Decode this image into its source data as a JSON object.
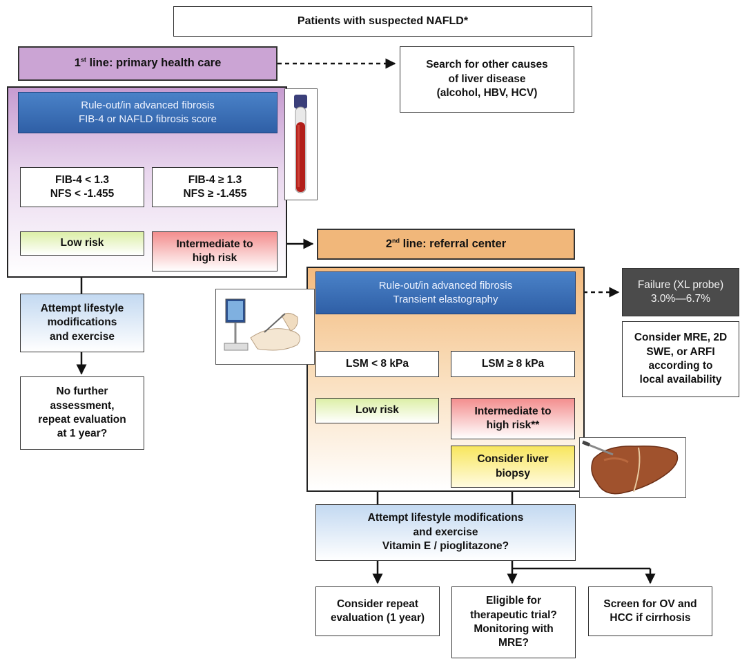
{
  "title": "Patients with suspected NAFLD*",
  "first_line": {
    "label": "line: primary health care",
    "ordinal": "1",
    "sup": "st"
  },
  "other_causes": [
    "Search for other causes",
    "of liver disease",
    "(alcohol, HBV, HCV)"
  ],
  "rule1": [
    "Rule-out/in advanced fibrosis",
    "FIB-4 or NAFLD fibrosis score"
  ],
  "fib_low": [
    "FIB-4 < 1.3",
    "NFS < -1.455"
  ],
  "fib_high": [
    "FIB-4 ≥ 1.3",
    "NFS ≥ -1.455"
  ],
  "low_risk_1": "Low risk",
  "inter_risk_1": [
    "Intermediate to",
    "high risk"
  ],
  "second_line": {
    "label": "line: referral center",
    "ordinal": "2",
    "sup": "nd"
  },
  "lifestyle_1": [
    "Attempt lifestyle",
    "modifications",
    "and exercise"
  ],
  "no_further": [
    "No further",
    "assessment,",
    "repeat evaluation",
    "at 1 year?"
  ],
  "rule2": [
    "Rule-out/in advanced fibrosis",
    "Transient elastography"
  ],
  "failure": [
    "Failure (XL probe)",
    "3.0%—6.7%"
  ],
  "consider_mre": [
    "Consider MRE, 2D",
    "SWE, or ARFI",
    "according to",
    "local availability"
  ],
  "lsm_low": "LSM < 8 kPa",
  "lsm_high": "LSM ≥ 8 kPa",
  "low_risk_2": "Low risk",
  "inter_risk_2": [
    "Intermediate to",
    "high risk**"
  ],
  "biopsy": [
    "Consider liver",
    "biopsy"
  ],
  "lifestyle_2": [
    "Attempt lifestyle modifications",
    "and exercise",
    "Vitamin E / pioglitazone?"
  ],
  "repeat_eval": [
    "Consider repeat",
    "evaluation (1 year)"
  ],
  "eligible": [
    "Eligible for",
    "therapeutic trial?",
    "Monitoring with",
    "MRE?"
  ],
  "screen": [
    "Screen for OV and",
    "HCC if cirrhosis"
  ],
  "colors": {
    "purple": "#cba4d4",
    "orange": "#f1b77a",
    "blue": "#3a6db5",
    "green": "#dcefa7",
    "red": "#f38e8e",
    "yellow": "#f8e65e",
    "lightblue": "#c3d9f1",
    "dark": "#4b4b4b"
  },
  "icons": [
    "blood-tube-icon",
    "elastography-device-icon",
    "liver-biopsy-icon"
  ]
}
